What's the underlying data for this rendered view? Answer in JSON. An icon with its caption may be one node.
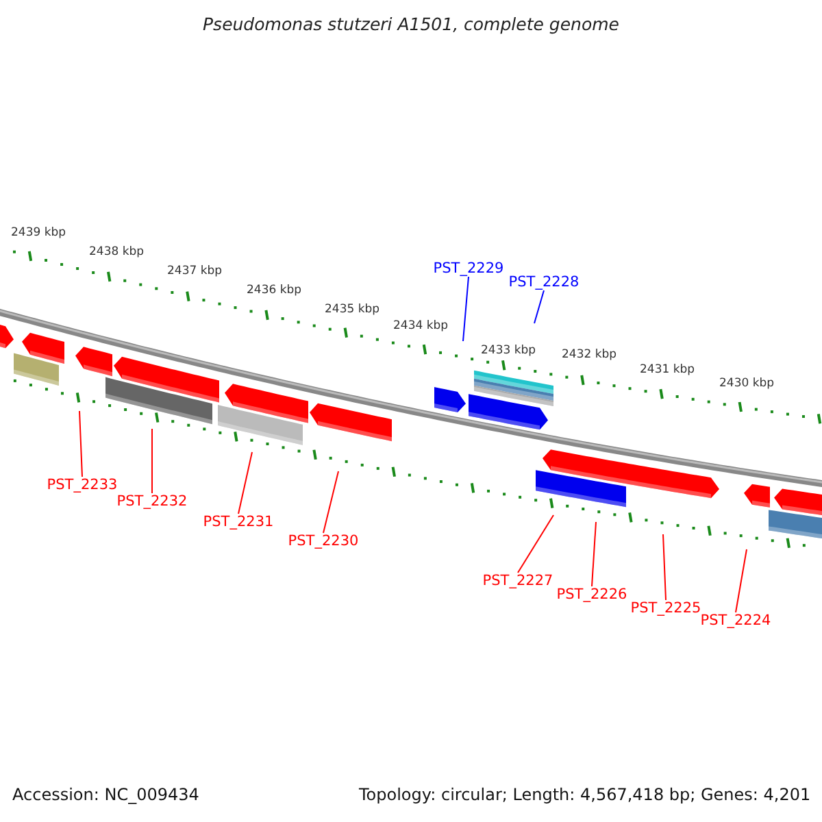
{
  "diagram": {
    "title": "Pseudomonas stutzeri A1501, complete genome",
    "nodes": [
      {
        "text": [
          "PST_2229"
        ]
      },
      {
        "text": [
          "PST_2228"
        ]
      },
      {
        "text": [
          "PST_2233"
        ]
      },
      {
        "text": [
          "PST_2232"
        ]
      },
      {
        "text": [
          "PST_2231"
        ]
      },
      {
        "text": [
          "PST_2230"
        ]
      },
      {
        "text": [
          "PST_2227"
        ]
      },
      {
        "text": [
          "PST_2226"
        ]
      },
      {
        "text": [
          "PST_2225"
        ]
      },
      {
        "text": [
          "PST_2224"
        ]
      }
    ],
    "edges": [
      {
        "from": 0,
        "to": null,
        "arrow": "none",
        "color": "#0000ff"
      },
      {
        "from": 1,
        "to": null,
        "arrow": "none",
        "color": "#0000ff"
      },
      {
        "from": 2,
        "to": null,
        "arrow": "none"
      },
      {
        "from": 3,
        "to": null,
        "arrow": "none"
      },
      {
        "from": 4,
        "to": null,
        "arrow": "none"
      },
      {
        "from": 5,
        "to": null,
        "arrow": "none"
      },
      {
        "from": 6,
        "to": null,
        "arrow": "none"
      },
      {
        "from": 7,
        "to": null,
        "arrow": "none"
      },
      {
        "from": 8,
        "to": null,
        "arrow": "none"
      },
      {
        "from": 9,
        "to": null,
        "arrow": "none"
      }
    ],
    "labels": [
      "2439 kbp",
      "2438 kbp",
      "2437 kbp",
      "2436 kbp",
      "2435 kbp",
      "2434 kbp",
      "2433 kbp",
      "2432 kbp",
      "2431 kbp",
      "2430 kbp",
      "Accession: NC_009434",
      "Topology: circular; Length: 4,567,418 bp; Genes: 4,201"
    ]
  }
}
